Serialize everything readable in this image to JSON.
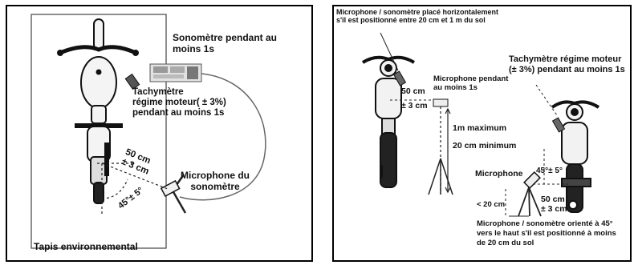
{
  "left": {
    "sound_meter_label_l1": "Sonomètre pendant au",
    "sound_meter_label_l2": "moins 1s",
    "tacho_label_l1": "Tachymètre",
    "tacho_label_l2": "régime moteur( ± 3%)",
    "tacho_label_l3": "pendant au moins 1s",
    "distance_l1": "50 cm",
    "distance_l2": "± 3 cm",
    "angle_label": "45°± 5°",
    "microphone_label_l1": "Microphone du",
    "microphone_label_l2": "sonomètre",
    "mat_label": "Tapis environnemental"
  },
  "right": {
    "top_note_l1": "Microphone / sonomètre placé horizontalement",
    "top_note_l2": "s'il est positionné entre 20 cm et 1 m du sol",
    "tacho_label_l1": "Tachymètre régime moteur",
    "tacho_label_l2": "(± 3%) pendant au moins 1s",
    "mic_hanging_l1": "Microphone pendant",
    "mic_hanging_l2": "au moins 1s",
    "dist_left_l1": "50 cm",
    "dist_left_l2": "± 3 cm",
    "height_max": "1m maximum",
    "height_min": "20 cm minimum",
    "mic_label": "Microphone",
    "angle_label": "45°± 5°",
    "below_20": "< 20 cm",
    "dist_right_l1": "50 cm",
    "dist_right_l2": "± 3 cm",
    "bottom_note_l1": "Microphone / sonomètre orienté à 45°",
    "bottom_note_l2": "vers le haut s'il est positionné à moins",
    "bottom_note_l3": "de 20 cm du sol"
  }
}
